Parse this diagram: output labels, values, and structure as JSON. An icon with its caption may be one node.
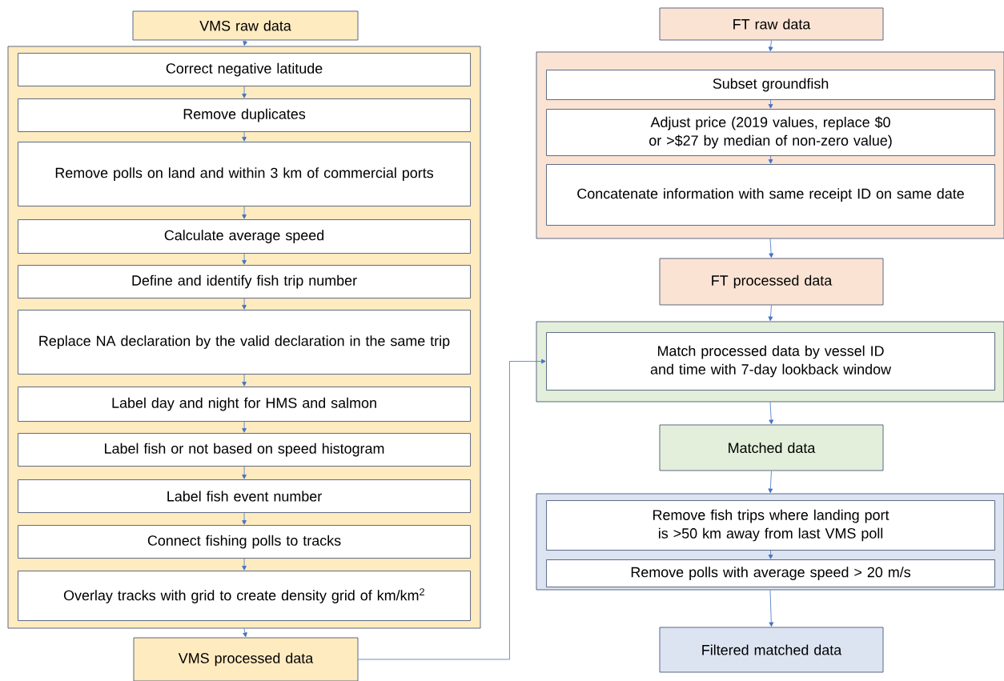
{
  "diagram": {
    "nodes": [
      {
        "text": [
          "VMS raw data"
        ]
      },
      {
        "text": [],
        "shape": "box"
      },
      {
        "text": [
          "Correct negative latitude"
        ],
        "in": 1
      },
      {
        "text": [
          "Remove duplicates"
        ],
        "in": 1
      },
      {
        "text": [
          "Remove polls on land and within 3 km of commercial ports"
        ],
        "in": 1
      },
      {
        "text": [
          "Calculate average speed"
        ],
        "in": 1
      },
      {
        "text": [
          "Define and identify fish trip number"
        ],
        "in": 1
      },
      {
        "text": [
          "Replace NA declaration by the valid declaration in the same trip"
        ],
        "in": 1
      },
      {
        "text": [
          "Label day and night for HMS and salmon"
        ],
        "in": 1
      },
      {
        "text": [
          "Label fish or not based on speed histogram"
        ],
        "in": 1
      },
      {
        "text": [
          "Label fish event number"
        ],
        "in": 1
      },
      {
        "text": [
          "Connect fishing polls to tracks"
        ],
        "in": 1
      },
      {
        "text": [
          "Overlay tracks with grid to create density grid of km/km$^{2}$"
        ],
        "in": 1
      },
      {
        "text": [
          "VMS processed data"
        ]
      },
      {
        "text": [
          "FT raw data"
        ]
      },
      {
        "text": [],
        "shape": "box"
      },
      {
        "text": [
          "Subset groundfish"
        ],
        "in": 15
      },
      {
        "text": [
          "Adjust price (2019 values, replace $0 or >$27 by median of non-zero value)"
        ],
        "in": 15
      },
      {
        "text": [
          "Concatenate information with same receipt ID on same date"
        ],
        "in": 15
      },
      {
        "text": [
          "FT processed data"
        ]
      },
      {
        "text": [],
        "shape": "box"
      },
      {
        "text": [
          "Match processed data by vessel ID and time with 7-day lookback window"
        ],
        "in": 20
      },
      {
        "text": [
          "Matched data"
        ]
      },
      {
        "text": [],
        "shape": "box"
      },
      {
        "text": [
          "Remove fish trips where landing port is >50 km away from last VMS poll"
        ],
        "in": 23
      },
      {
        "text": [
          "Remove polls with average speed > 20 m/s"
        ],
        "in": 23
      },
      {
        "text": [
          "Filtered matched data"
        ]
      }
    ],
    "edges": [
      {
        "from": 0,
        "to": 1,
        "arrow": "to"
      },
      {
        "from": 2,
        "to": 3,
        "arrow": "to"
      },
      {
        "from": 3,
        "to": 4,
        "arrow": "to"
      },
      {
        "from": 4,
        "to": 5,
        "arrow": "to"
      },
      {
        "from": 5,
        "to": 6,
        "arrow": "to"
      },
      {
        "from": 6,
        "to": 7,
        "arrow": "to"
      },
      {
        "from": 7,
        "to": 8,
        "arrow": "to"
      },
      {
        "from": 8,
        "to": 9,
        "arrow": "to"
      },
      {
        "from": 9,
        "to": 10,
        "arrow": "to"
      },
      {
        "from": 10,
        "to": 11,
        "arrow": "to"
      },
      {
        "from": 11,
        "to": 12,
        "arrow": "to"
      },
      {
        "from": 1,
        "to": 13,
        "arrow": "to"
      },
      {
        "from": 14,
        "to": 15,
        "arrow": "to"
      },
      {
        "from": 16,
        "to": 17,
        "arrow": "to"
      },
      {
        "from": 17,
        "to": 18,
        "arrow": "to"
      },
      {
        "from": 15,
        "to": 19,
        "arrow": "to"
      },
      {
        "from": 19,
        "to": 20,
        "arrow": "to"
      },
      {
        "from": 13,
        "to": 21,
        "arrow": "to"
      },
      {
        "from": 20,
        "to": 22,
        "arrow": "to"
      },
      {
        "from": 22,
        "to": 23,
        "arrow": "to"
      },
      {
        "from": 24,
        "to": 25,
        "arrow": "to"
      },
      {
        "from": 23,
        "to": 26,
        "arrow": "to"
      }
    ]
  }
}
